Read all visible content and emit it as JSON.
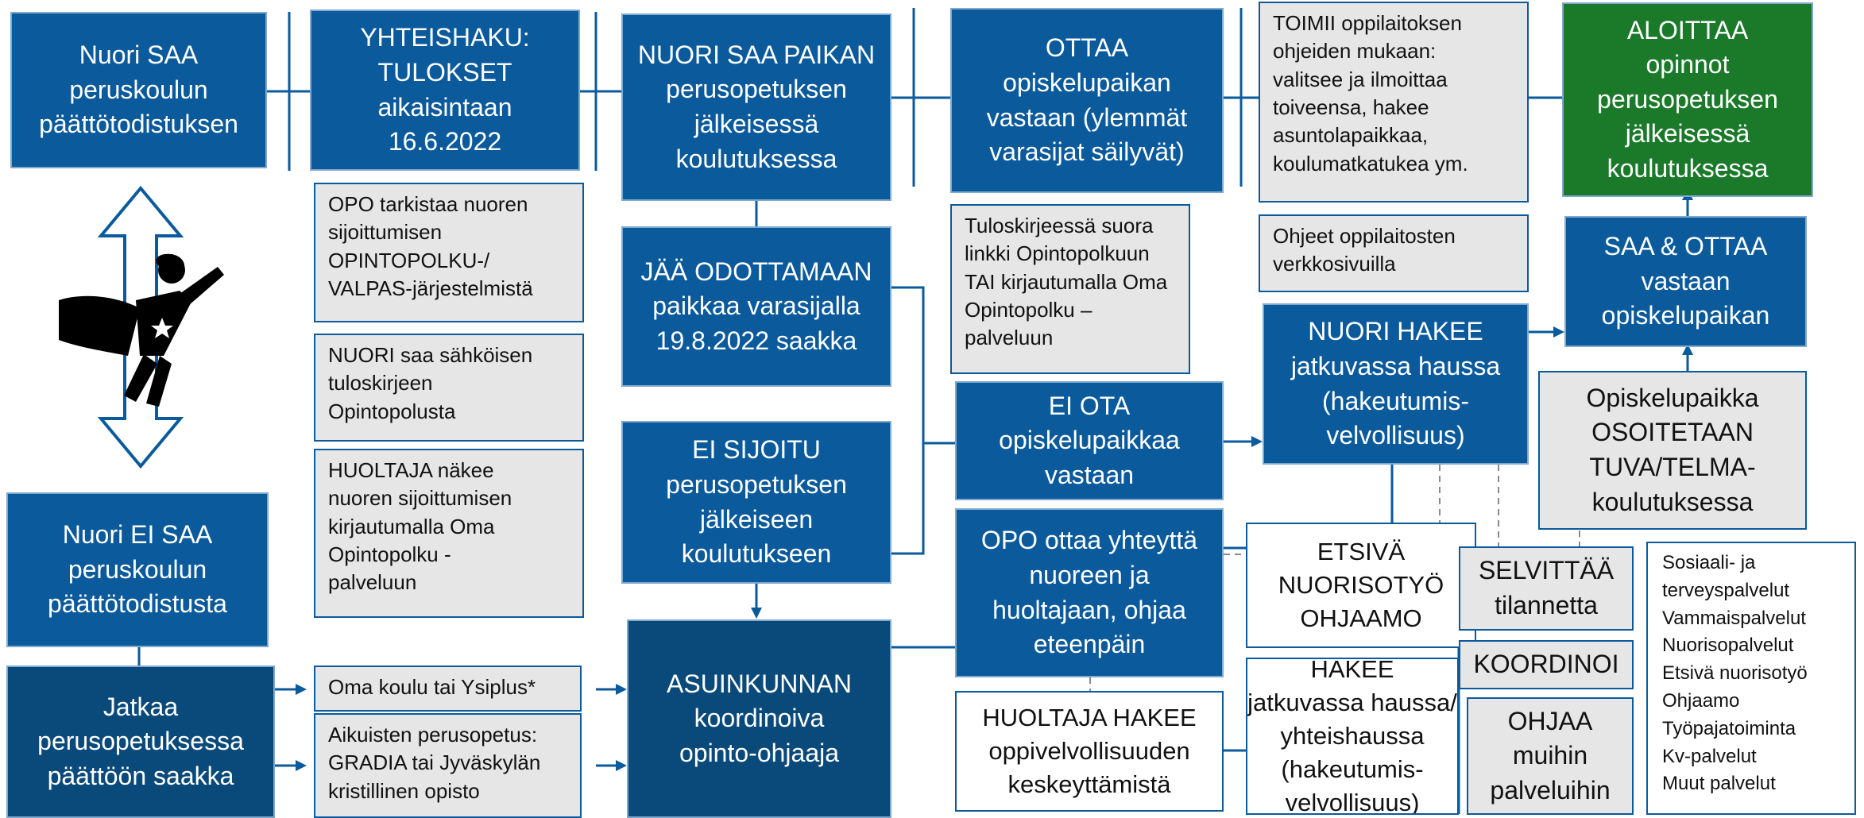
{
  "diagram": {
    "boxes": [
      {
        "id": "saa_todistus",
        "text": "Nuori SAA\nperuskoulun\npäättötodistuksen"
      },
      {
        "id": "yhteishaku",
        "text": "YHTEISHAKU:\nTULOKSET\naikaisintaan\n16.6.2022"
      },
      {
        "id": "saa_paikan",
        "text": "NUORI SAA PAIKAN\nperusopetuksen\njälkeisessä\nkoulutuksessa"
      },
      {
        "id": "ottaa",
        "text": "OTTAA\nopiskelupaikan\nvastaan (ylemmät\nvarasijat säilyvät)"
      },
      {
        "id": "toimii",
        "text": "TOIMII oppilaitoksen\nohjeiden mukaan:\nvalitsee ja ilmoittaa\ntoiveensa, hakee\nasuntolapaikkaa,\nkoulumatkatukea ym."
      },
      {
        "id": "aloittaa",
        "text": "ALOITTAA\nopinnot\nperusopetuksen\njälkeisessä\nkoulutuksessa"
      },
      {
        "id": "opo_tarkistaa",
        "text": "OPO tarkistaa nuoren\nsijoittumisen\nOPINTOPOLKU-/\nVALPAS-järjestelmistä"
      },
      {
        "id": "jaa_odottamaan",
        "text": "JÄÄ ODOTTAMAAN\npaikkaa varasijalla\n19.8.2022 saakka"
      },
      {
        "id": "tuloskirje",
        "text": "Tuloskirjeessä suora\nlinkki Opintopolkuun\nTAI kirjautumalla Oma\nOpintopolku –\npalveluun"
      },
      {
        "id": "ohjeet",
        "text": "Ohjeet oppilaitosten\nverkkosivuilla"
      },
      {
        "id": "saa_ottaa",
        "text": "SAA & OTTAA\nvastaan\nopiskelupaikan"
      },
      {
        "id": "nuori_tuloskirje",
        "text": "NUORI saa sähköisen\ntuloskirjeen\nOpintopolusta"
      },
      {
        "id": "nuori_hakee",
        "text": "NUORI HAKEE\njatkuvassa haussa\n(hakeutumis-\nvelvollisuus)"
      },
      {
        "id": "osoitetaan",
        "text": "Opiskelupaikka\nOSOITETAAN\nTUVA/TELMA-\nkoulutuksessa"
      },
      {
        "id": "ei_ota",
        "text": "EI OTA\nopiskelupaikkaa\nvastaan"
      },
      {
        "id": "huoltaja_nakee",
        "text": "HUOLTAJA näkee\nnuoren sijoittumisen\nkirjautumalla Oma\nOpintopolku -\npalveluun"
      },
      {
        "id": "ei_sijoitu",
        "text": "EI SIJOITU\nperusopetuksen\njälkeiseen\nkoulutukseen"
      },
      {
        "id": "ei_saa",
        "text": "Nuori EI SAA\nperuskoulun\npäättötodistusta"
      },
      {
        "id": "opo_ottaa",
        "text": "OPO ottaa yhteyttä\nnuoreen ja\nhuoltajaan, ohjaa\neteenpäin"
      },
      {
        "id": "etsiva",
        "text": "ETSIVÄ\nNUORISOTYÖ\nOHJAAMO"
      },
      {
        "id": "selvittaa",
        "text": "SELVITTÄÄ\ntilannetta"
      },
      {
        "id": "palvelut",
        "text": "Sosiaali- ja\nterveyspalvelut\nVammaispalvelut\nNuorisopalvelut\nEtsivä nuorisotyö\nOhjaamo\nTyöpajatoiminta\nKv-palvelut\nMuut palvelut"
      },
      {
        "id": "koordinoi",
        "text": "KOORDINOI"
      },
      {
        "id": "jatkaa",
        "text": "Jatkaa\nperusopetuksessa\npäättöön saakka"
      },
      {
        "id": "oma_koulu",
        "text": "Oma koulu tai Ysiplus*"
      },
      {
        "id": "hakee",
        "text": "HAKEE\njatkuvassa haussa/\nyhteishaussa\n(hakeutumis-\nvelvollisuus)"
      },
      {
        "id": "asuinkunnan",
        "text": "ASUINKUNNAN\nkoordinoiva\nopinto-ohjaaja"
      },
      {
        "id": "ohjaa",
        "text": "OHJAA\nmuihin\npalveluihin"
      },
      {
        "id": "aikuisten",
        "text": "Aikuisten perusopetus:\nGRADIA tai Jyväskylän\nkristillinen opisto"
      },
      {
        "id": "huoltaja_hakee",
        "text": "HUOLTAJA HAKEE\noppivelvollisuuden\nkeskeyttämistä"
      }
    ],
    "colors": {
      "blue": "#0a5a9c",
      "dark_blue": "#0a4a7a",
      "green": "#1a7a2a",
      "grey": "#e6e6e6",
      "line": "#0a5a9c",
      "dashed": "#8a8a8a"
    },
    "icons": [
      "superhero-icon",
      "double-arrow-icon"
    ]
  }
}
